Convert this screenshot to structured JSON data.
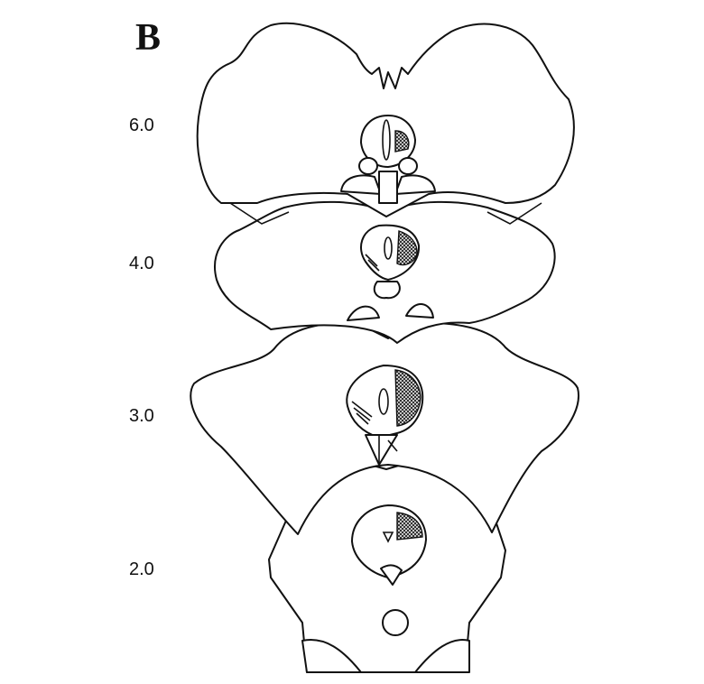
{
  "figure": {
    "panel_label": "B",
    "section_levels": [
      "6.0",
      "4.0",
      "3.0",
      "2.0"
    ]
  }
}
